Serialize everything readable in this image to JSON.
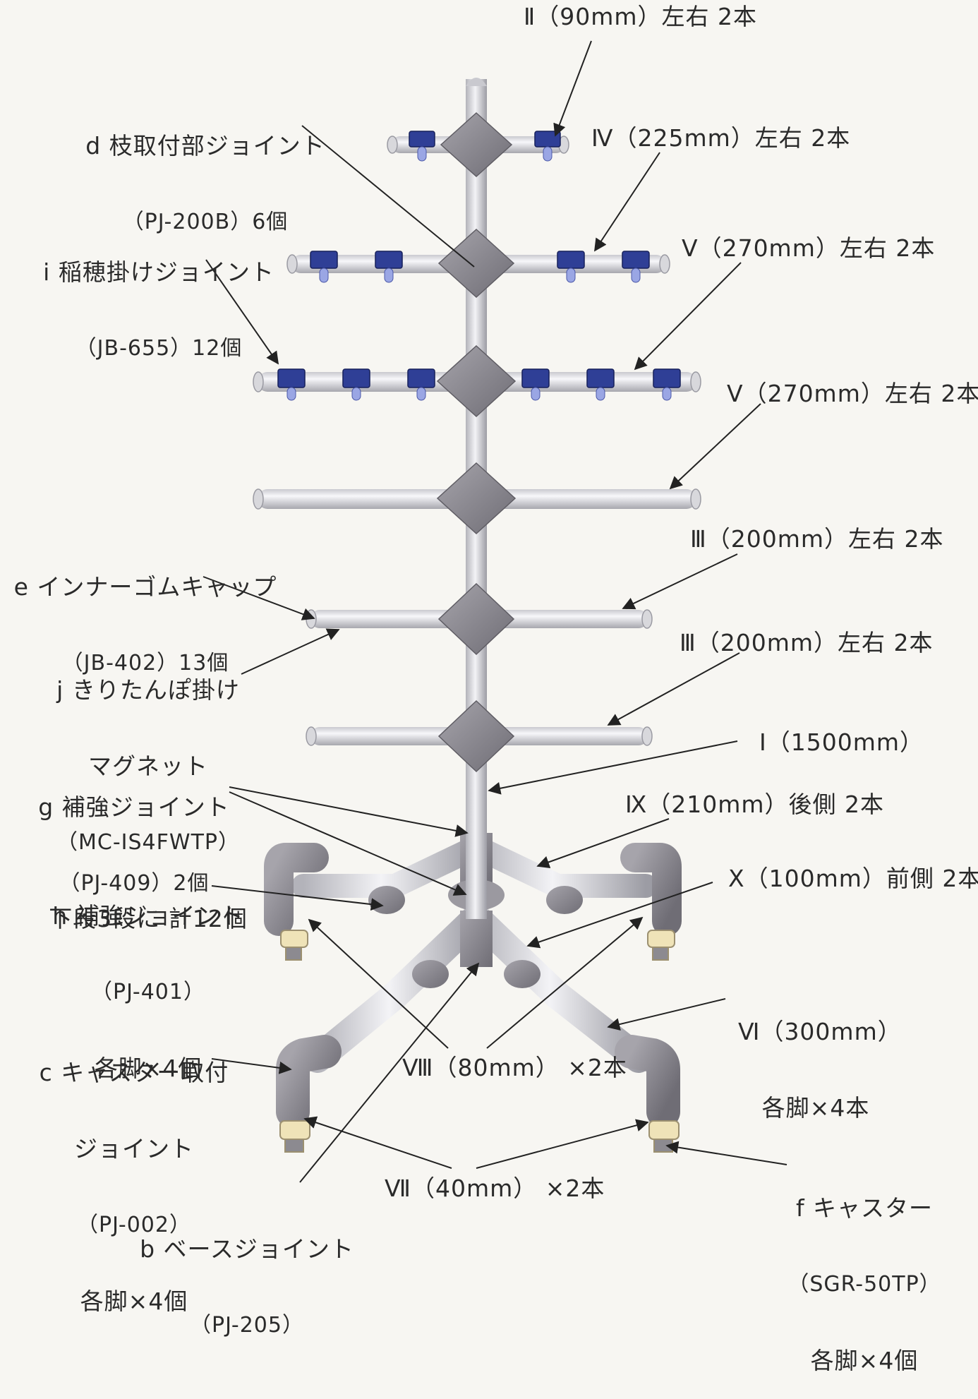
{
  "labels": {
    "member_ii": "Ⅱ（90mm）左右 2本",
    "member_iv": "Ⅳ（225mm）左右 2本",
    "member_v1": "Ⅴ（270mm）左右 2本",
    "member_v2": "Ⅴ（270mm）左右 2本",
    "member_iii1": "Ⅲ（200mm）左右 2本",
    "member_iii2": "Ⅲ（200mm）左右 2本",
    "member_i": "Ⅰ（1500mm）",
    "member_ix": "Ⅸ（210mm）後側 2本",
    "member_x": "Ⅹ（100mm）前側 2本",
    "member_vi": [
      "Ⅵ（300mm）",
      "各脚×4本"
    ],
    "member_viii": "Ⅷ（80mm） ×2本",
    "member_vii": "Ⅶ（40mm） ×2本",
    "part_d": [
      "d 枝取付部ジョイント",
      "（PJ-200B）6個"
    ],
    "part_i": [
      "i 稲穂掛けジョイント",
      "（JB-655）12個"
    ],
    "part_e": [
      "e インナーゴムキャップ",
      "（JB-402）13個"
    ],
    "part_j": [
      "j きりたんぽ掛け",
      "マグネット",
      "（MC-IS4FWTP）",
      "下段3段に 計12個"
    ],
    "part_g": [
      "g 補強ジョイント",
      "（PJ-409）2個"
    ],
    "part_h": [
      "h 補強ジョイント",
      "（PJ-401）",
      "各脚×4個"
    ],
    "part_c": [
      "c キャスター取付",
      "ジョイント",
      "（PJ-002）",
      "各脚×4個"
    ],
    "part_b": [
      "b ベースジョイント",
      "（PJ-205）"
    ],
    "part_f": [
      "f キャスター",
      "（SGR-50TP）",
      "各脚×4個"
    ]
  },
  "colors": {
    "pipe": "#e4e4e8",
    "pipe_shadow": "#a9a9b0",
    "joint": "#8d8b92",
    "magnet": "#2f3f96",
    "caster": "#efe3b8",
    "leader": "#222222"
  }
}
